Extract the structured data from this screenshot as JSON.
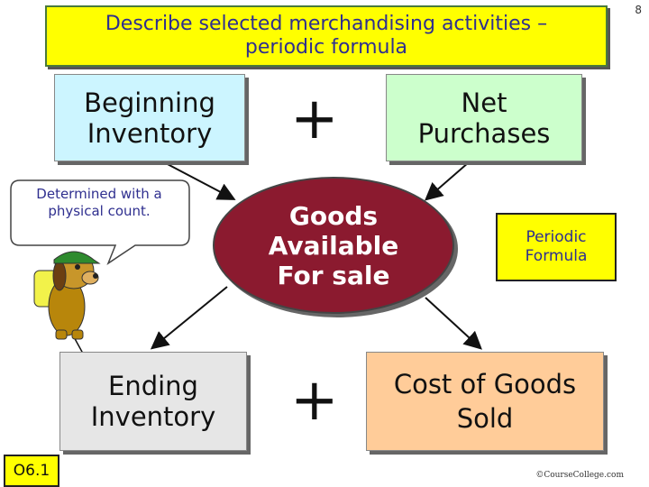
{
  "header": {
    "title": "Describe selected merchandising activities –\nperiodic formula",
    "page_number": "8"
  },
  "diagram": {
    "beginning_inventory": "Beginning\nInventory",
    "plus_top": "+",
    "net_purchases": "Net\nPurchases",
    "goods_available": "Goods\nAvailable\nFor sale",
    "ending_inventory": "Ending\nInventory",
    "plus_bottom": "+",
    "cost_of_goods_sold": "Cost of Goods\nSold",
    "periodic_label": "Periodic\nFormula",
    "callout_text": "Determined with a\nphysical count."
  },
  "footer": {
    "objective": "O6.1",
    "copyright": "©CourseCollege.com"
  },
  "colors": {
    "title_bg": "#ffff00",
    "oval": "#8b1a2f",
    "beginning": "#ccf5ff",
    "net": "#ccffcc",
    "ending": "#e6e6e6",
    "cogs": "#ffcc99"
  }
}
